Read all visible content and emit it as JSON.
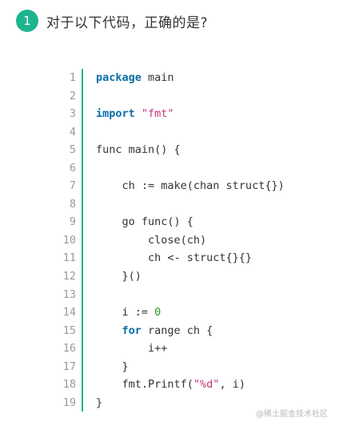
{
  "question": {
    "number": "1",
    "text": "对于以下代码，正确的是?"
  },
  "code": {
    "lines": [
      {
        "n": "1",
        "tokens": [
          {
            "t": "package",
            "c": "kw"
          },
          {
            "t": " main",
            "c": ""
          }
        ]
      },
      {
        "n": "2",
        "tokens": []
      },
      {
        "n": "3",
        "tokens": [
          {
            "t": "import",
            "c": "kw"
          },
          {
            "t": " ",
            "c": ""
          },
          {
            "t": "\"fmt\"",
            "c": "str"
          }
        ]
      },
      {
        "n": "4",
        "tokens": []
      },
      {
        "n": "5",
        "tokens": [
          {
            "t": "func main() {",
            "c": ""
          }
        ]
      },
      {
        "n": "6",
        "tokens": []
      },
      {
        "n": "7",
        "tokens": [
          {
            "t": "    ch := make(chan struct{})",
            "c": ""
          }
        ]
      },
      {
        "n": "8",
        "tokens": []
      },
      {
        "n": "9",
        "tokens": [
          {
            "t": "    go func() {",
            "c": ""
          }
        ]
      },
      {
        "n": "10",
        "tokens": [
          {
            "t": "        close(ch)",
            "c": ""
          }
        ]
      },
      {
        "n": "11",
        "tokens": [
          {
            "t": "        ch <- struct{}{}",
            "c": ""
          }
        ]
      },
      {
        "n": "12",
        "tokens": [
          {
            "t": "    }()",
            "c": ""
          }
        ]
      },
      {
        "n": "13",
        "tokens": []
      },
      {
        "n": "14",
        "tokens": [
          {
            "t": "    i := ",
            "c": ""
          },
          {
            "t": "0",
            "c": "num"
          }
        ]
      },
      {
        "n": "15",
        "tokens": [
          {
            "t": "    ",
            "c": ""
          },
          {
            "t": "for",
            "c": "kw"
          },
          {
            "t": " range ch {",
            "c": ""
          }
        ]
      },
      {
        "n": "16",
        "tokens": [
          {
            "t": "        i++",
            "c": ""
          }
        ]
      },
      {
        "n": "17",
        "tokens": [
          {
            "t": "    }",
            "c": ""
          }
        ]
      },
      {
        "n": "18",
        "tokens": [
          {
            "t": "    fmt.Printf(",
            "c": ""
          },
          {
            "t": "\"%d\"",
            "c": "str"
          },
          {
            "t": ", i)",
            "c": ""
          }
        ]
      },
      {
        "n": "19",
        "tokens": [
          {
            "t": "}",
            "c": ""
          }
        ]
      }
    ]
  },
  "watermark": "@稀土掘金技术社区",
  "colors": {
    "accent": "#1fb38f",
    "keyword": "#0b6ea8",
    "string": "#c8327a",
    "number": "#2c9a2c"
  }
}
